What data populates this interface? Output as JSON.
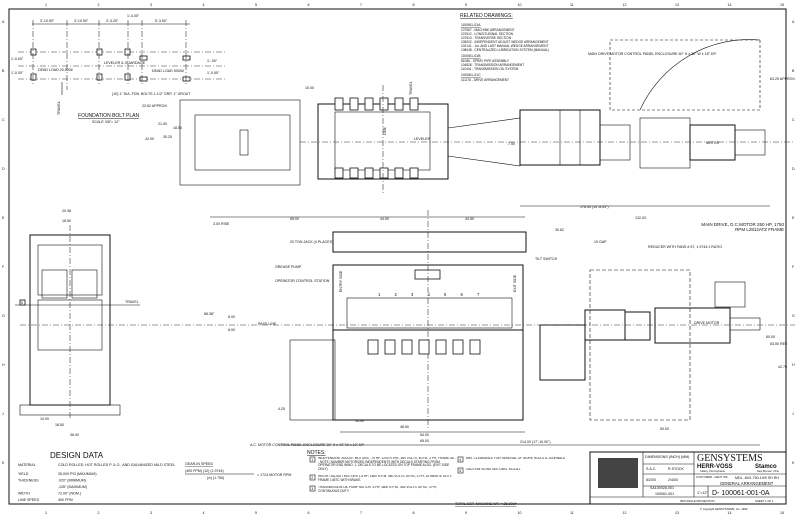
{
  "grid": {
    "columns": [
      "1",
      "2",
      "3",
      "4",
      "5",
      "6",
      "7",
      "8",
      "9",
      "10",
      "11",
      "12",
      "13",
      "14",
      "15"
    ],
    "rows": [
      "A",
      "B",
      "C",
      "D",
      "E",
      "F",
      "G",
      "H",
      "J",
      "K"
    ]
  },
  "foundation": {
    "title": "FOUNDATION BOLT PLAN",
    "scale": "SCALE 3/8\"= 12\"",
    "dims": [
      "3'-10.50\"",
      "3'-10.50\"",
      "3'-3.25\"",
      "1'-4.00\"",
      "5'-3.50\""
    ],
    "side_dims": [
      "1'-0.00\"",
      "1'-0.00\"",
      "1'-.00\"",
      "1'-0.50\""
    ],
    "dead_load_1": "DEAD LOAD 20,000#",
    "dead_load_2": "DEAD LOAD 5000#",
    "leveler": "LEVELER & GUARDAGE",
    "bolts": "(10) 1\" DIA. FDN. BOLTS 1-1/2\" GRP, 1\" GROUT",
    "travel": "TRAVEL"
  },
  "related": {
    "title": "RELATED DRAWINGS:",
    "groups": [
      {
        "head": "100061-01A",
        "items": [
          "107567 - MACHINE ARRANGEMENT",
          "107612 - LONGITUDINAL SECTION",
          "107613 - TRANSVERSE SECTION",
          "105002 - INDEPENDENT ADJUST WEDGE ARRANGEMENT",
          "102141 - 1st. AND LAST MANUAL WEDGE ARRANGEMENT",
          "108048 - CENTRALIZED LUBRICATION SYSTEM (MANUAL)"
        ]
      },
      {
        "head": "100061-01B",
        "items": [
          "81086 - SPRAY PIPE ASSEMBLY",
          "104828 - TRANSMISSION ARRANGEMENT",
          "110441 - TRANSMISSION OIL SYSTEM"
        ]
      },
      {
        "head": "100061-01C",
        "items": [
          "111176 - DRIVE ARRANGEMENT"
        ]
      }
    ]
  },
  "plan_view": {
    "main_drive_enclosure": "MAIN DRIVE MOTOR CONTROL PANEL ENCLOSURE 60\" H x 36\" W x 18\" DP.",
    "dims": [
      "22.62 APPROX.",
      "21.00",
      "42.00",
      "18.50",
      "30.25",
      "10.00",
      "63.25 APPROX.",
      "7.50"
    ],
    "travel": "TRAVEL",
    "motor": "MOTOR",
    "leveler": "LEVELER",
    "line": "LINE"
  },
  "elevation": {
    "dims": {
      "rise": "3.00 RISE",
      "d1": "65.00",
      "d2": "44.50",
      "d3": "44.50",
      "d4": "30.62",
      "d5": "176.53 (14'-8.53\")",
      "d6": "132.03",
      "gap": ".19 GAP",
      "height": "86.38\"",
      "pass1": "6.00",
      "pass2": "6.00",
      "d7": "60.00",
      "d8": "63.50 REF.",
      "d9": "42.75",
      "b1": "16.00",
      "b2": "46.50",
      "b3": "54.00",
      "b4": "65.00",
      "b5": "50.00",
      "b6": "214.00 (17'-10.00\")",
      "b7": "4.25"
    },
    "labels": {
      "jack": "20 TON JACK (4 PLACES)",
      "grease": "GREASE PUMP",
      "operator": "OPERATOR CONTROL STATION",
      "pass_line": "PASS LINE",
      "tilt": "TILT SWITCH",
      "reducer": "REDUCER WITH FANS # 57, 1.9744:1 RATIO",
      "main_drive": "MAIN DRIVE, D.C.MOTOR 250 HP, 1750 RPM L2812ATZ FRAME",
      "drive_motor": "DRIVE MOTOR",
      "ac_panel": "A.C. MOTOR CONTROL PANEL ENCLOSURE 30\" H x 42\" W x 10\" DP.",
      "entry": "ENTRY SIDE",
      "exit": "EXIT SIDE",
      "rolls": [
        "1",
        "2",
        "3",
        "4",
        "5",
        "6",
        "7"
      ]
    }
  },
  "end_view": {
    "dims": [
      "20.38",
      "18.50",
      "10.00",
      "18.50",
      "36.00"
    ],
    "travel": "TRAVEL",
    "callout": "5"
  },
  "design_data": {
    "title": "DESIGN DATA",
    "rows": [
      {
        "label": "MATERIAL",
        "value": "COLD ROLLED, HOT ROLLED P. & O., AND GALVANIZED MILD STEEL"
      },
      {
        "label": "YIELD",
        "value": "35,000 PSI (MAXIMUM)"
      },
      {
        "label": "THICKNESS",
        "value": ".020\" (MINIMUM)"
      },
      {
        "label": "",
        "value": ".135\" (MAXIMUM)"
      },
      {
        "label": "WIDTH",
        "value": "72.00\" (NOM.)"
      },
      {
        "label": "LINE SPEED",
        "value": "400 FPM"
      }
    ]
  },
  "gear_speed": {
    "title": "GEAR-IN SPEED",
    "numerator": "(400 FPM) (12) (1.9744)",
    "denominator": "(π) (1.750)",
    "result": "= 1724 MOTOR RPM"
  },
  "notes": {
    "title": "NOTES:",
    "items": [
      {
        "num": "1",
        "text": "INDEPENDENT ADJUST MOTORS, .75 HP, 1200 R.P.M., 460 VOLTS, 60 HZ, 3 PH, FRAME 56 -- NOTE: NUMBER MOTORIZED INDEPENDENTS WITH DECALS STARTING FROM OPERATOR END W/NO. 1, DECALS TO BE LOCATED ON TOP FRAME ALSO. (EXIT SIDE ONLY)"
      },
      {
        "num": "2",
        "text": "HEIGHT ADJUST MOTORS 1.5 HP, 1800 R.P.M. 460 VOLTS, 60 HZ, 3 PH, 15 MINUTE DUTY, FRAME 145TC WITH BRAKE."
      },
      {
        "num": "3",
        "text": "TRANSMISSION OIL PUMP MOTOR .5 HP, 1800 R.P.M., 460 VOLTS, 60 HZ, 3 PH, CONTINUOUS DUTY."
      },
      {
        "num": "4",
        "text": "MIN. CLEARANCE FOR REMOVAL OF WORK ROLLS & JOURNALS"
      },
      {
        "num": "5",
        "text": "CAUTION SIGNS SEE DWG. #111111."
      }
    ],
    "total_weight": "TOTAL EST. MACHINE WT. = 25,000#"
  },
  "title_block": {
    "company": "GENSYSTEMS",
    "brand1": "HERR-VOSS",
    "brand1_sub": "Callery, Pennsylvania",
    "brand2": "Stamco",
    "brand2_sub": "New Bremen, Ohio",
    "customer": "CUSTOMER - GENT INC.",
    "model": "MDL. 84/1.750-19/9 SH RH",
    "title": "GENERAL ARRANGEMENT",
    "dimensions": "DIMENSIONS (INCH) (MM)",
    "drawn_by": "S.A.C.",
    "checked_by": "R.STOCK",
    "date1": "8/2/00",
    "date2": "2/4/00",
    "ref": "SA100028-001",
    "sheet_ref": "100061-001",
    "scale": "1\"=12\"",
    "dwg_no": "D- 100061-001-0A",
    "projection": "3RD ANGLE PROJECTION",
    "sheet": "SHEET 1 OF 1",
    "copyright": "© copyright GENSYSTEMS, Inc. 1999"
  }
}
